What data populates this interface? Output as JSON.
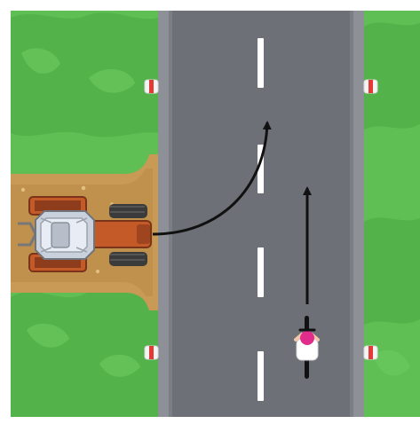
{
  "scene": {
    "colors": {
      "background": "#ffffff",
      "grass": "#5fbf54",
      "grass_dark": "#4aa844",
      "road": "#6e7077",
      "curb": "#8e9097",
      "lane_marking": "#ffffff",
      "dirt": "#c89a55",
      "dirt_dark": "#b68743",
      "tractor_body": "#c45a28",
      "tractor_cab": "#c9d1dd",
      "tire": "#3b3b3b",
      "arrow": "#111111",
      "cyclist_helmet": "#e12c8b",
      "post_red": "#e53935"
    },
    "elements": [
      "grass-left",
      "grass-right",
      "road",
      "lane-markings",
      "tractor",
      "tractor-path-arrow",
      "cyclist",
      "cyclist-path-arrow",
      "roadside-posts"
    ]
  }
}
